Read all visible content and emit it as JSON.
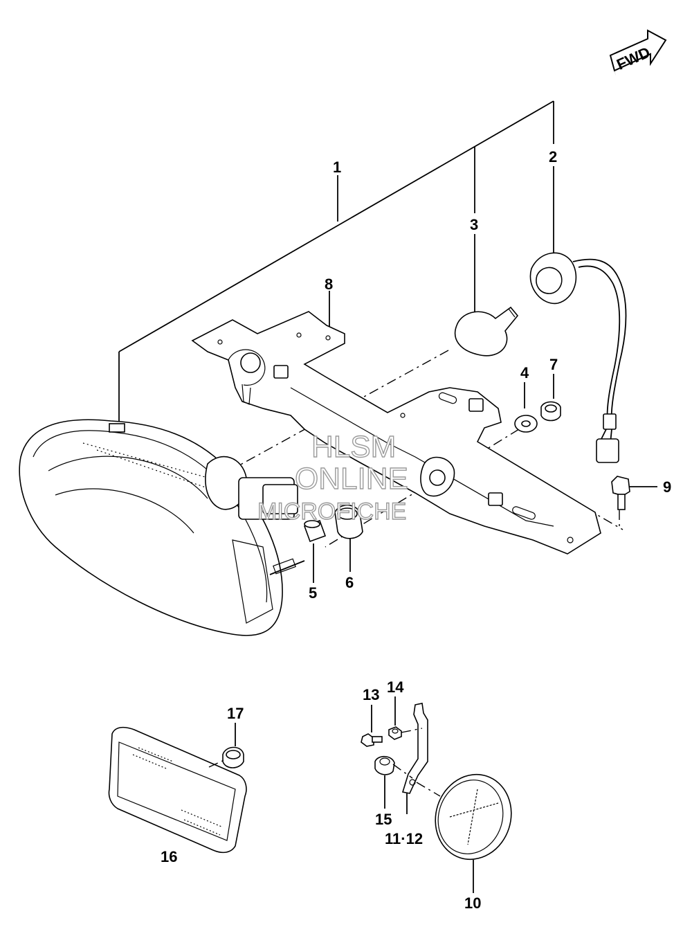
{
  "fwd_label": "FWD",
  "watermark": {
    "line1": "HLSM",
    "line2": "ONLINE",
    "line3": "MICROFICHE"
  },
  "callouts": {
    "c1": "1",
    "c2": "2",
    "c3": "3",
    "c4": "4",
    "c5": "5",
    "c6": "6",
    "c7": "7",
    "c8": "8",
    "c9": "9",
    "c10": "10",
    "c11_12": "11·12",
    "c13": "13",
    "c14": "14",
    "c15": "15",
    "c16": "16",
    "c17": "17"
  }
}
